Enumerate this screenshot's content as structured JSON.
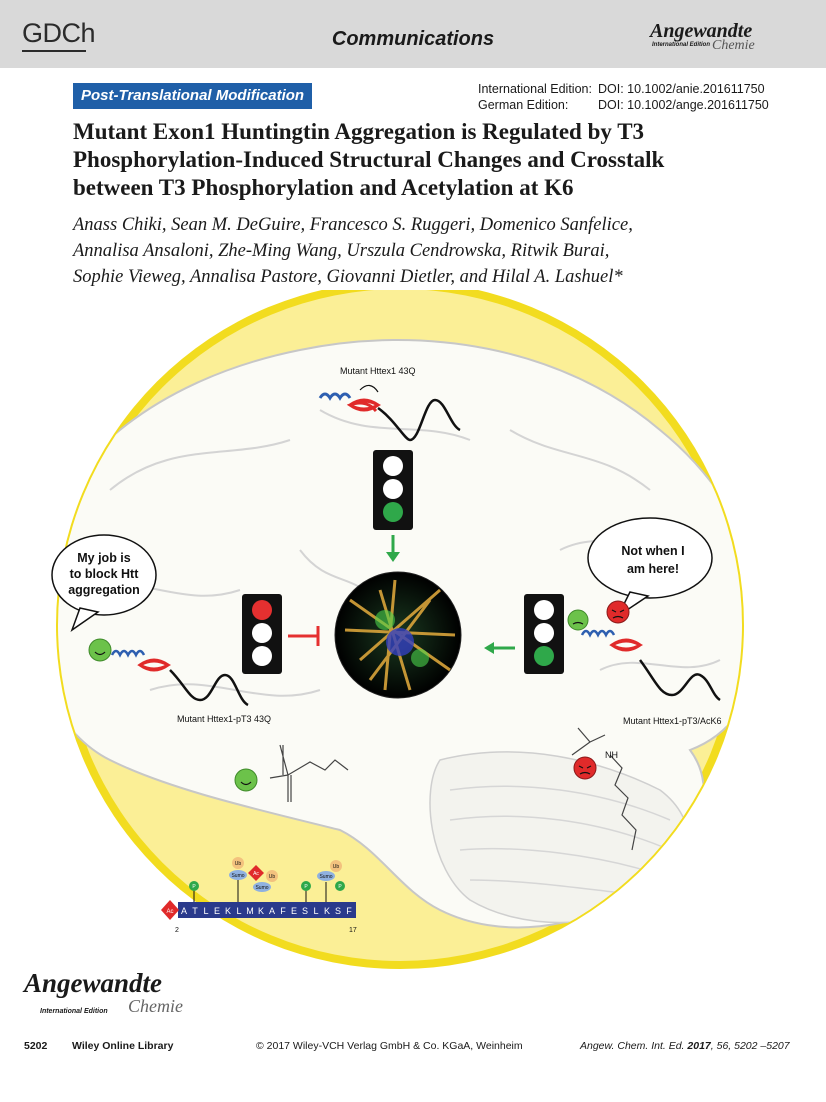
{
  "header": {
    "publisher_logo": "GDCh",
    "section": "Communications",
    "journal_logo_main": "Angewandte",
    "journal_logo_sub": "International Edition",
    "journal_logo_chemie": "Chemie"
  },
  "article": {
    "category": "Post-Translational Modification",
    "doi_international_label": "International Edition:",
    "doi_international": "DOI: 10.1002/anie.201611750",
    "doi_german_label": "German Edition:",
    "doi_german": "DOI: 10.1002/ange.201611750",
    "title_lines": [
      "Mutant Exon1 Huntingtin Aggregation is Regulated by T3",
      "Phosphorylation-Induced Structural Changes and Crosstalk",
      "between T3 Phosphorylation and Acetylation at K6"
    ],
    "author_lines": [
      "Anass Chiki, Sean M. DeGuire, Francesco S. Ruggeri, Domenico Sanfelice,",
      "Annalisa Ansaloni, Zhe-Ming Wang, Urszula Cendrowska, Ritwik Burai,",
      "Sophie Vieweg, Annalisa Pastore, Giovanni Dietler, and Hilal A. Lashuel*"
    ]
  },
  "graphic": {
    "label_top": "Mutant Httex1 43Q",
    "label_left": "Mutant Httex1-pT3 43Q",
    "label_right": "Mutant Httex1-pT3/AcK6",
    "bubble_left": [
      "My job  is",
      "to block Htt",
      "aggregation"
    ],
    "bubble_right": [
      "Not when I",
      "am here!"
    ],
    "sequence": [
      "A",
      "T",
      "L",
      "E",
      "K",
      "L",
      "M",
      "K",
      "A",
      "F",
      "E",
      "S",
      "L",
      "K",
      "S",
      "F"
    ],
    "seq_start": "2",
    "seq_end": "17",
    "mod_ac": "Ac",
    "mod_p": "P",
    "mod_ub": "Ub",
    "mod_sumo": "Sumo",
    "mod_nh": "NH",
    "colors": {
      "red_light": "#e53030",
      "green_light": "#2fa84a",
      "brain_bg": "#fbef96",
      "ring": "#f2dc1f",
      "seq_bar": "#2a3a8c"
    }
  },
  "bottom_logo": {
    "main": "Angewandte",
    "sub": "International Edition",
    "chemie": "Chemie"
  },
  "footer": {
    "page": "5202",
    "library": "Wiley Online Library",
    "copyright": "© 2017 Wiley-VCH Verlag GmbH & Co. KGaA, Weinheim",
    "citation_prefix": "Angew. Chem. Int. Ed.",
    "citation_year": "2017",
    "citation_rest": ", 56, 5202 –5207"
  }
}
